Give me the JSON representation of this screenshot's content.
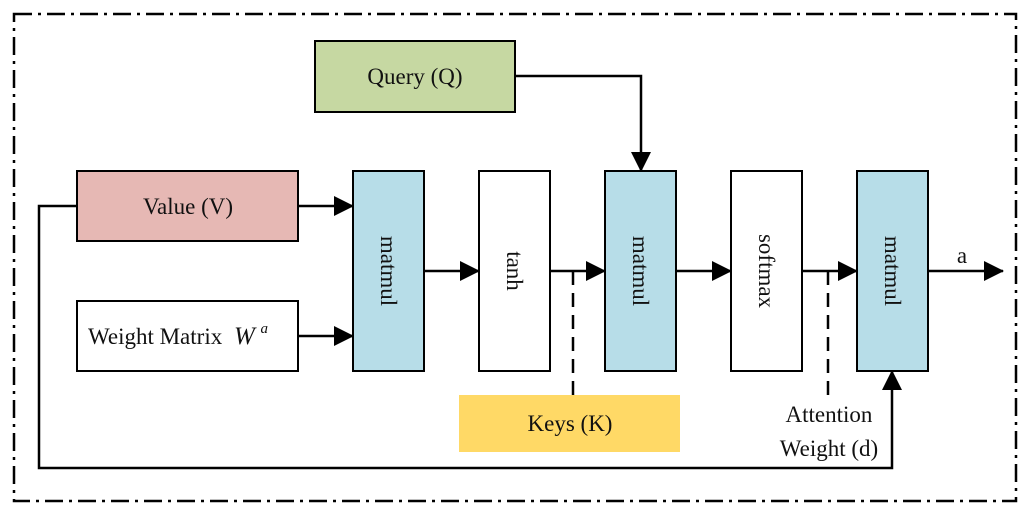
{
  "nodes": {
    "query": "Query (Q)",
    "value": "Value (V)",
    "weight_matrix": "Weight Matrix",
    "weight_matrix_symbol": "W",
    "weight_matrix_superscript": "a",
    "matmul_1": "matmul",
    "tanh": "tanh",
    "matmul_2": "matmul",
    "softmax": "softmax",
    "matmul_3": "matmul",
    "keys": "Keys (K)"
  },
  "labels": {
    "output": "a",
    "attention_line1": "Attention",
    "attention_line2": "Weight (d)"
  },
  "colors": {
    "query_fill": "#c6d8a2",
    "value_fill": "#e6b8b4",
    "matmul_fill": "#b7dde8",
    "keys_fill": "#ffd966",
    "plain_fill": "#ffffff"
  }
}
